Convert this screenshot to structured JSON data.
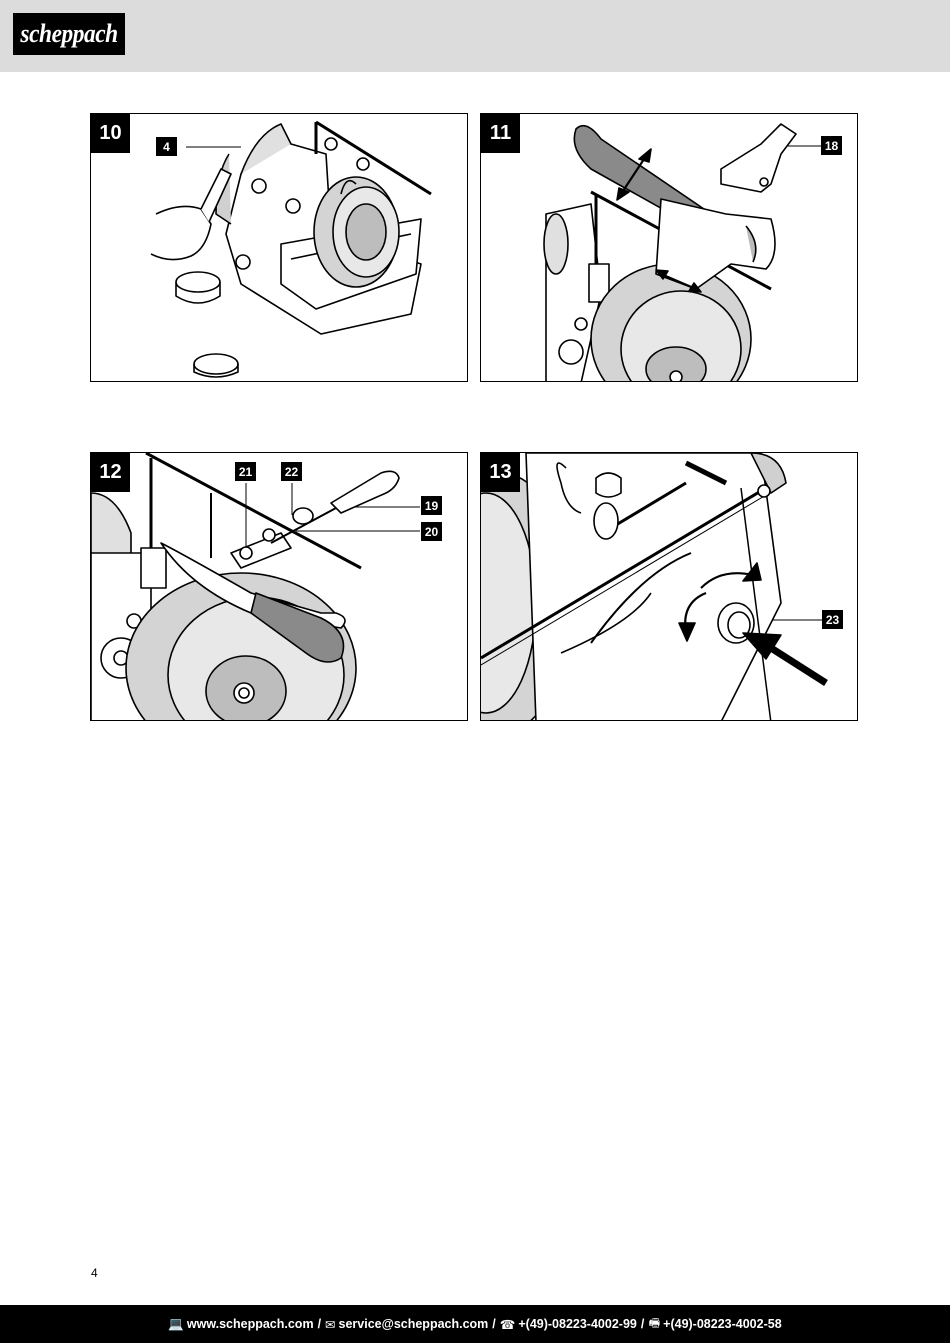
{
  "header": {
    "brand": "scheppach"
  },
  "figures": [
    {
      "number": "10",
      "callouts": [
        "4"
      ]
    },
    {
      "number": "11",
      "callouts": [
        "18"
      ]
    },
    {
      "number": "12",
      "callouts": [
        "21",
        "22",
        "19",
        "20"
      ]
    },
    {
      "number": "13",
      "callouts": [
        "23"
      ],
      "symbols": {
        "plus": "+",
        "minus": "–"
      }
    }
  ],
  "page_number": "4",
  "footer": {
    "website": "www.scheppach.com",
    "email": "service@scheppach.com",
    "phone": "+(49)-08223-4002-99",
    "fax": "+(49)-08223-4002-58",
    "icons": [
      "computer-icon",
      "mail-icon",
      "phone-icon",
      "fax-icon"
    ],
    "separator": "/"
  }
}
